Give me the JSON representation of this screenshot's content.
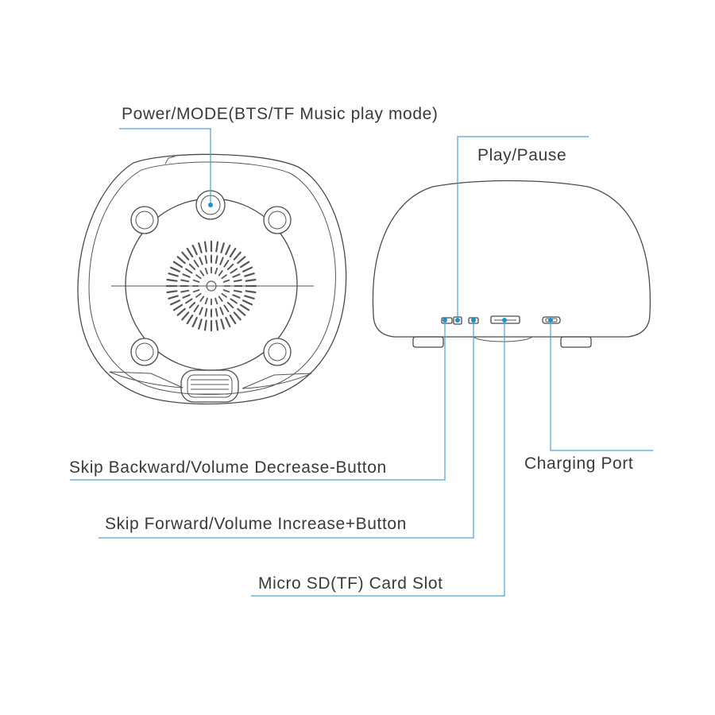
{
  "labels": {
    "power_mode": "Power/MODE(BTS/TF Music play mode)",
    "play_pause": "Play/Pause",
    "skip_backward": "Skip Backward/Volume Decrease-Button",
    "skip_forward": "Skip Forward/Volume Increase+Button",
    "micro_sd": "Micro SD(TF) Card Slot",
    "charging_port": "Charging Port"
  },
  "colors": {
    "leader_line": "#4aa3d3",
    "marker": "#1e90d2",
    "outline": "#4a4a4a",
    "text": "#3a3a3a"
  }
}
